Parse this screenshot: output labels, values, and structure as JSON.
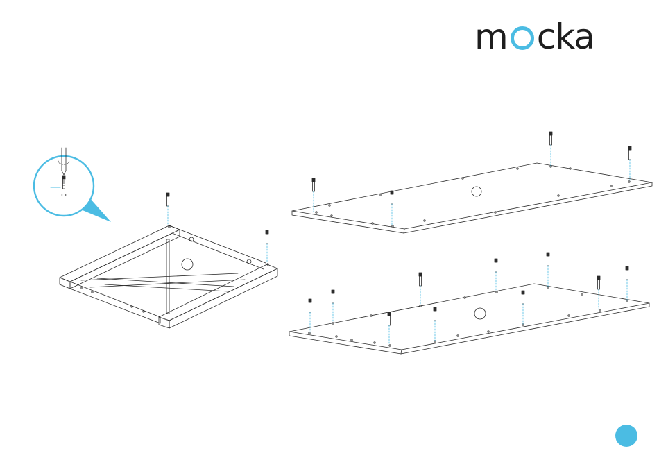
{
  "logo": {
    "left": "m",
    "right": "cka",
    "accent_color": "#4bbce3"
  },
  "colors": {
    "line": "#2b2b2b",
    "accent": "#4bbce3",
    "page_indicator": "#4bbce3"
  },
  "icons": [
    "screwdriver-icon",
    "bolt-icon",
    "washer-icon",
    "step-marker-circle"
  ],
  "steps": [
    {
      "part": "frame",
      "bolts": 2
    },
    {
      "part": "top-panel",
      "bolts": 4
    },
    {
      "part": "bottom-panel",
      "bolts": 10
    }
  ]
}
